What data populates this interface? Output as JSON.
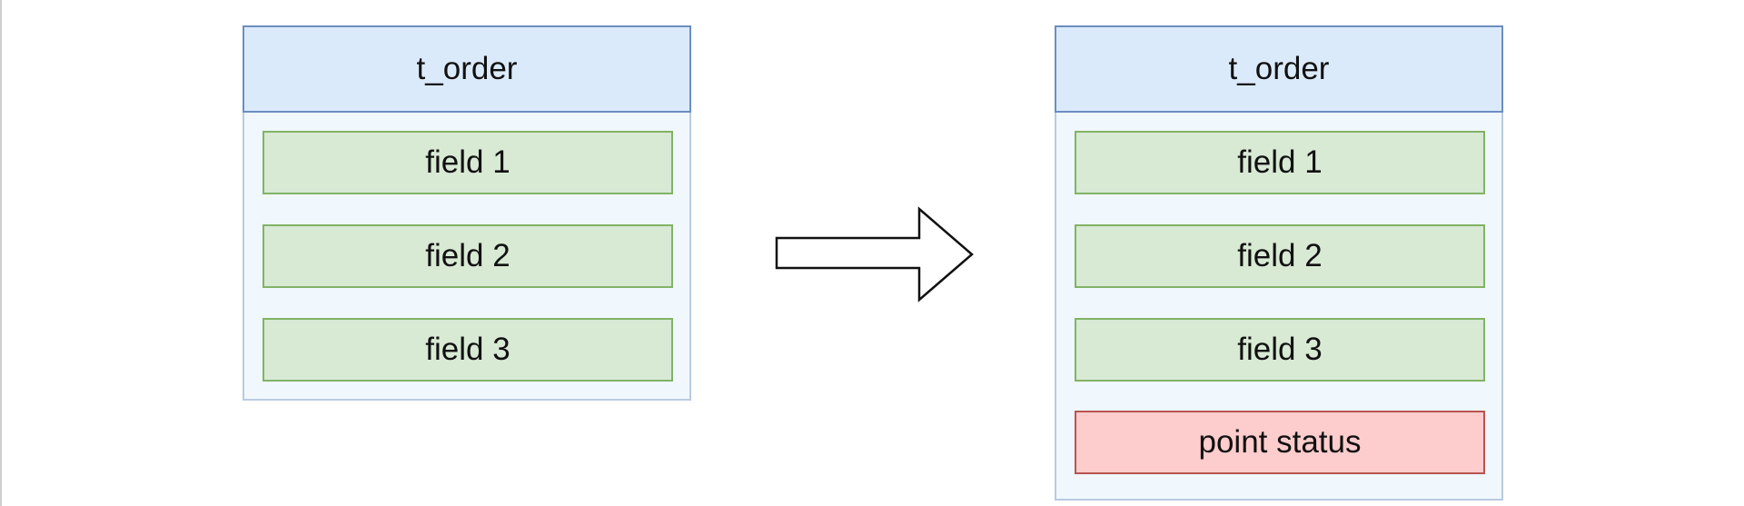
{
  "diagram": {
    "left_table": {
      "title": "t_order",
      "fields": [
        "field 1",
        "field 2",
        "field 3"
      ]
    },
    "right_table": {
      "title": "t_order",
      "fields": [
        "field 1",
        "field 2",
        "field 3"
      ],
      "added_field": "point status"
    },
    "colors": {
      "header_fill": "#dbeafb",
      "header_stroke": "#6c8ebf",
      "table_fill": "#f0f7fd",
      "field_fill": "#d8e9d4",
      "field_stroke": "#82b366",
      "added_fill": "#fdcccc",
      "added_stroke": "#b85450"
    }
  }
}
